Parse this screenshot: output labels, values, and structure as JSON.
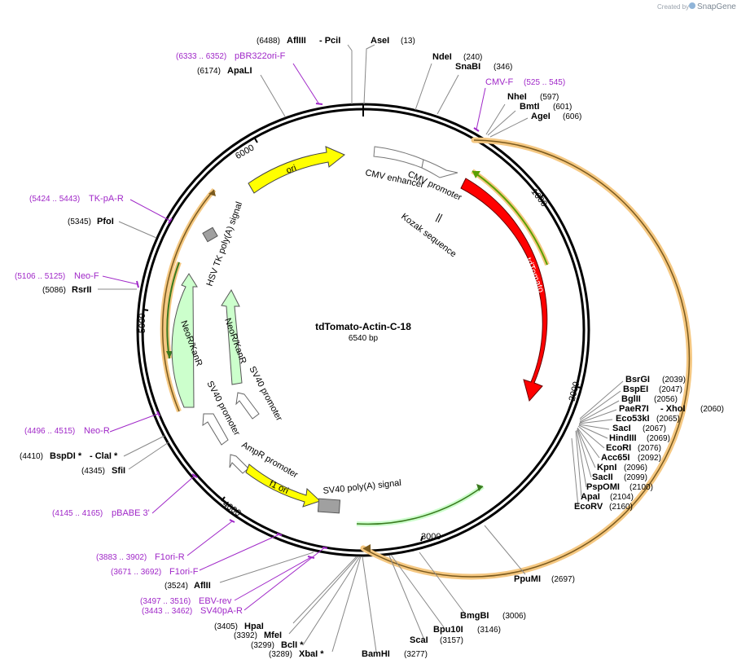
{
  "app": {
    "credit_prefix": "Created by",
    "brand": "SnapGene",
    "brand_color": "#7c8894"
  },
  "plasmid": {
    "name": "tdTomato-Actin-C-18",
    "size_label": "6540 bp",
    "length": 6540
  },
  "colors": {
    "backbone": "#000000",
    "tdTomato": "#ff0000",
    "ori": "#ffff00",
    "resistance": "#ccffcc",
    "promoter": "#ffffff",
    "polyA": "#a0a0a0",
    "primer": "#a028c8",
    "orf_outline": "#f5c882",
    "orf_core": "#5aa000"
  },
  "tick_labels": [
    "1000",
    "2000",
    "3000",
    "4000",
    "5000",
    "6000"
  ],
  "features": [
    {
      "id": "tdtomato",
      "label": "tdTomato",
      "color": "#ff0000"
    },
    {
      "id": "cmv-enhancer",
      "label": "CMV enhancer",
      "color": "#ffffff"
    },
    {
      "id": "cmv-promoter",
      "label": "CMV promoter",
      "color": "#ffffff"
    },
    {
      "id": "kozak",
      "label": "Kozak sequence",
      "color": "#ffffff"
    },
    {
      "id": "ori",
      "label": "ori",
      "color": "#ffff00"
    },
    {
      "id": "hsv-tk-polya",
      "label": "HSV TK poly(A) signal",
      "color": "#a0a0a0"
    },
    {
      "id": "neokanr-outer",
      "label": "NeoR/KanR",
      "color": "#ccffcc"
    },
    {
      "id": "neokanr-inner",
      "label": "NeoR/KanR",
      "color": "#ccffcc"
    },
    {
      "id": "sv40-promoter-outer",
      "label": "SV40 promoter",
      "color": "#ffffff"
    },
    {
      "id": "sv40-promoter-inner",
      "label": "SV40 promoter",
      "color": "#ffffff"
    },
    {
      "id": "ampr-promoter",
      "label": "AmpR promoter",
      "color": "#ffffff"
    },
    {
      "id": "f1-ori",
      "label": "f1 ori",
      "color": "#ffff00"
    },
    {
      "id": "sv40-polya",
      "label": "SV40 poly(A) signal",
      "color": "#a0a0a0"
    }
  ],
  "sites": [
    {
      "id": "aflIII-pciI",
      "pos": "(6488)",
      "name": "AflIII",
      "extra": "- PciI"
    },
    {
      "id": "aseI",
      "pos": "(13)",
      "name": "AseI"
    },
    {
      "id": "ndeI",
      "pos": "(240)",
      "name": "NdeI"
    },
    {
      "id": "snaBI",
      "pos": "(346)",
      "name": "SnaBI"
    },
    {
      "id": "apaLI",
      "pos": "(6174)",
      "name": "ApaLI"
    },
    {
      "id": "nheI",
      "pos": "(597)",
      "name": "NheI"
    },
    {
      "id": "bmtI",
      "pos": "(601)",
      "name": "BmtI"
    },
    {
      "id": "ageI",
      "pos": "(606)",
      "name": "AgeI"
    },
    {
      "id": "pfoI",
      "pos": "(5345)",
      "name": "PfoI"
    },
    {
      "id": "rsrII",
      "pos": "(5086)",
      "name": "RsrII"
    },
    {
      "id": "bsrGI",
      "pos": "(2039)",
      "name": "BsrGI"
    },
    {
      "id": "bspEI",
      "pos": "(2047)",
      "name": "BspEI"
    },
    {
      "id": "bglII",
      "pos": "(2056)",
      "name": "BglII"
    },
    {
      "id": "paeR7I-xhoI",
      "pos": "(2060)",
      "name": "PaeR7I",
      "extra": "- XhoI"
    },
    {
      "id": "eco53kI",
      "pos": "(2065)",
      "name": "Eco53kI"
    },
    {
      "id": "sacI",
      "pos": "(2067)",
      "name": "SacI"
    },
    {
      "id": "hindIII",
      "pos": "(2069)",
      "name": "HindIII"
    },
    {
      "id": "ecoRI",
      "pos": "(2076)",
      "name": "EcoRI"
    },
    {
      "id": "acc65I",
      "pos": "(2092)",
      "name": "Acc65I"
    },
    {
      "id": "kpnI",
      "pos": "(2096)",
      "name": "KpnI"
    },
    {
      "id": "sacII",
      "pos": "(2099)",
      "name": "SacII"
    },
    {
      "id": "pspOMI",
      "pos": "(2100)",
      "name": "PspOMI"
    },
    {
      "id": "apaI",
      "pos": "(2104)",
      "name": "ApaI"
    },
    {
      "id": "ecoRV",
      "pos": "(2160)",
      "name": "EcoRV"
    },
    {
      "id": "bspDI-claI",
      "pos": "(4410)",
      "name": "BspDI *",
      "extra": "- ClaI *"
    },
    {
      "id": "sfiI",
      "pos": "(4345)",
      "name": "SfiI"
    },
    {
      "id": "ppuMI",
      "pos": "(2697)",
      "name": "PpuMI"
    },
    {
      "id": "bmgBI",
      "pos": "(3006)",
      "name": "BmgBI"
    },
    {
      "id": "bpu10I",
      "pos": "(3146)",
      "name": "Bpu10I"
    },
    {
      "id": "scaI",
      "pos": "(3157)",
      "name": "ScaI"
    },
    {
      "id": "bamHI",
      "pos": "(3277)",
      "name": "BamHI"
    },
    {
      "id": "aflII",
      "pos": "(3524)",
      "name": "AflII"
    },
    {
      "id": "hpaI",
      "pos": "(3405)",
      "name": "HpaI"
    },
    {
      "id": "mfeI",
      "pos": "(3392)",
      "name": "MfeI"
    },
    {
      "id": "bclI",
      "pos": "(3299)",
      "name": "BclI *"
    },
    {
      "id": "xbaI",
      "pos": "(3289)",
      "name": "XbaI *"
    }
  ],
  "primers": [
    {
      "id": "pbr322ori-f",
      "range": "(6333 .. 6352)",
      "name": "pBR322ori-F"
    },
    {
      "id": "cmv-f",
      "range": "(525 .. 545)",
      "name": "CMV-F"
    },
    {
      "id": "tk-pa-r",
      "range": "(5424 .. 5443)",
      "name": "TK-pA-R"
    },
    {
      "id": "neo-f",
      "range": "(5106 .. 5125)",
      "name": "Neo-F"
    },
    {
      "id": "neo-r",
      "range": "(4496 .. 4515)",
      "name": "Neo-R"
    },
    {
      "id": "pbabe-3",
      "range": "(4145 .. 4165)",
      "name": "pBABE 3'"
    },
    {
      "id": "f1ori-r",
      "range": "(3883 .. 3902)",
      "name": "F1ori-R"
    },
    {
      "id": "f1ori-f",
      "range": "(3671 .. 3692)",
      "name": "F1ori-F"
    },
    {
      "id": "ebv-rev",
      "range": "(3497 .. 3516)",
      "name": "EBV-rev"
    },
    {
      "id": "sv40pa-r",
      "range": "(3443 .. 3462)",
      "name": "SV40pA-R"
    }
  ]
}
